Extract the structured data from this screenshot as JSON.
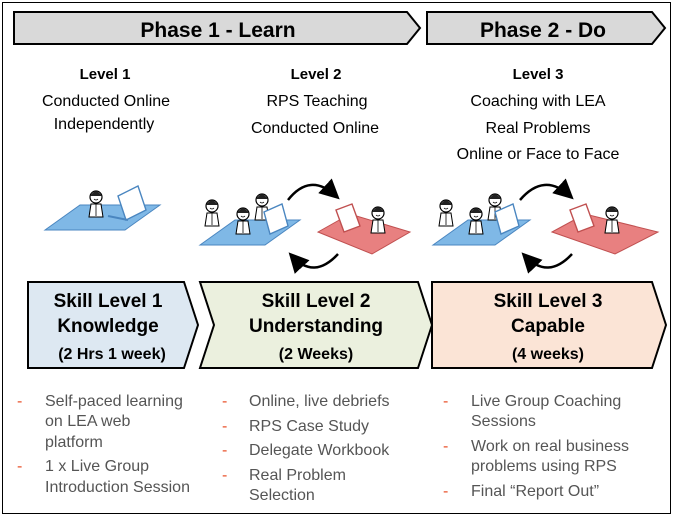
{
  "colors": {
    "phase_fill": "#d9d9d9",
    "skill1_fill": "#dde8f2",
    "skill2_fill": "#ebf0de",
    "skill3_fill": "#fbe4d6",
    "blue_desk": "#7fb8e6",
    "red_desk": "#e88080",
    "bullet_marker": "#e8502a",
    "bullet_text": "#555555"
  },
  "phases": [
    {
      "label": "Phase 1 - Learn"
    },
    {
      "label": "Phase 2 - Do"
    }
  ],
  "levels": [
    {
      "heading": "Level 1",
      "lines": [
        "Conducted Online",
        "Independently"
      ]
    },
    {
      "heading": "Level 2",
      "lines": [
        "RPS Teaching",
        "Conducted Online"
      ]
    },
    {
      "heading": "Level 3",
      "lines": [
        "Coaching with LEA",
        "Real Problems",
        "Online or Face to Face"
      ]
    }
  ],
  "skills": [
    {
      "title1": "Skill Level 1",
      "title2": "Knowledge",
      "duration": "(2 Hrs 1 week)"
    },
    {
      "title1": "Skill Level 2",
      "title2": "Understanding",
      "duration": "(2 Weeks)"
    },
    {
      "title1": "Skill Level 3",
      "title2": "Capable",
      "duration": "(4 weeks)"
    }
  ],
  "bullet_marker": "-",
  "bullets": [
    [
      [
        "Self-paced learning",
        "on LEA web",
        "platform"
      ],
      [
        "1 x Live Group",
        "Introduction Session"
      ]
    ],
    [
      [
        "Online, live debriefs"
      ],
      [
        "RPS Case Study"
      ],
      [
        "Delegate Workbook"
      ],
      [
        "Real Problem",
        "Selection"
      ]
    ],
    [
      [
        "Live Group Coaching",
        "Sessions"
      ],
      [
        "Work on real business",
        "problems using RPS"
      ],
      [
        "Final “Report Out”"
      ]
    ]
  ]
}
